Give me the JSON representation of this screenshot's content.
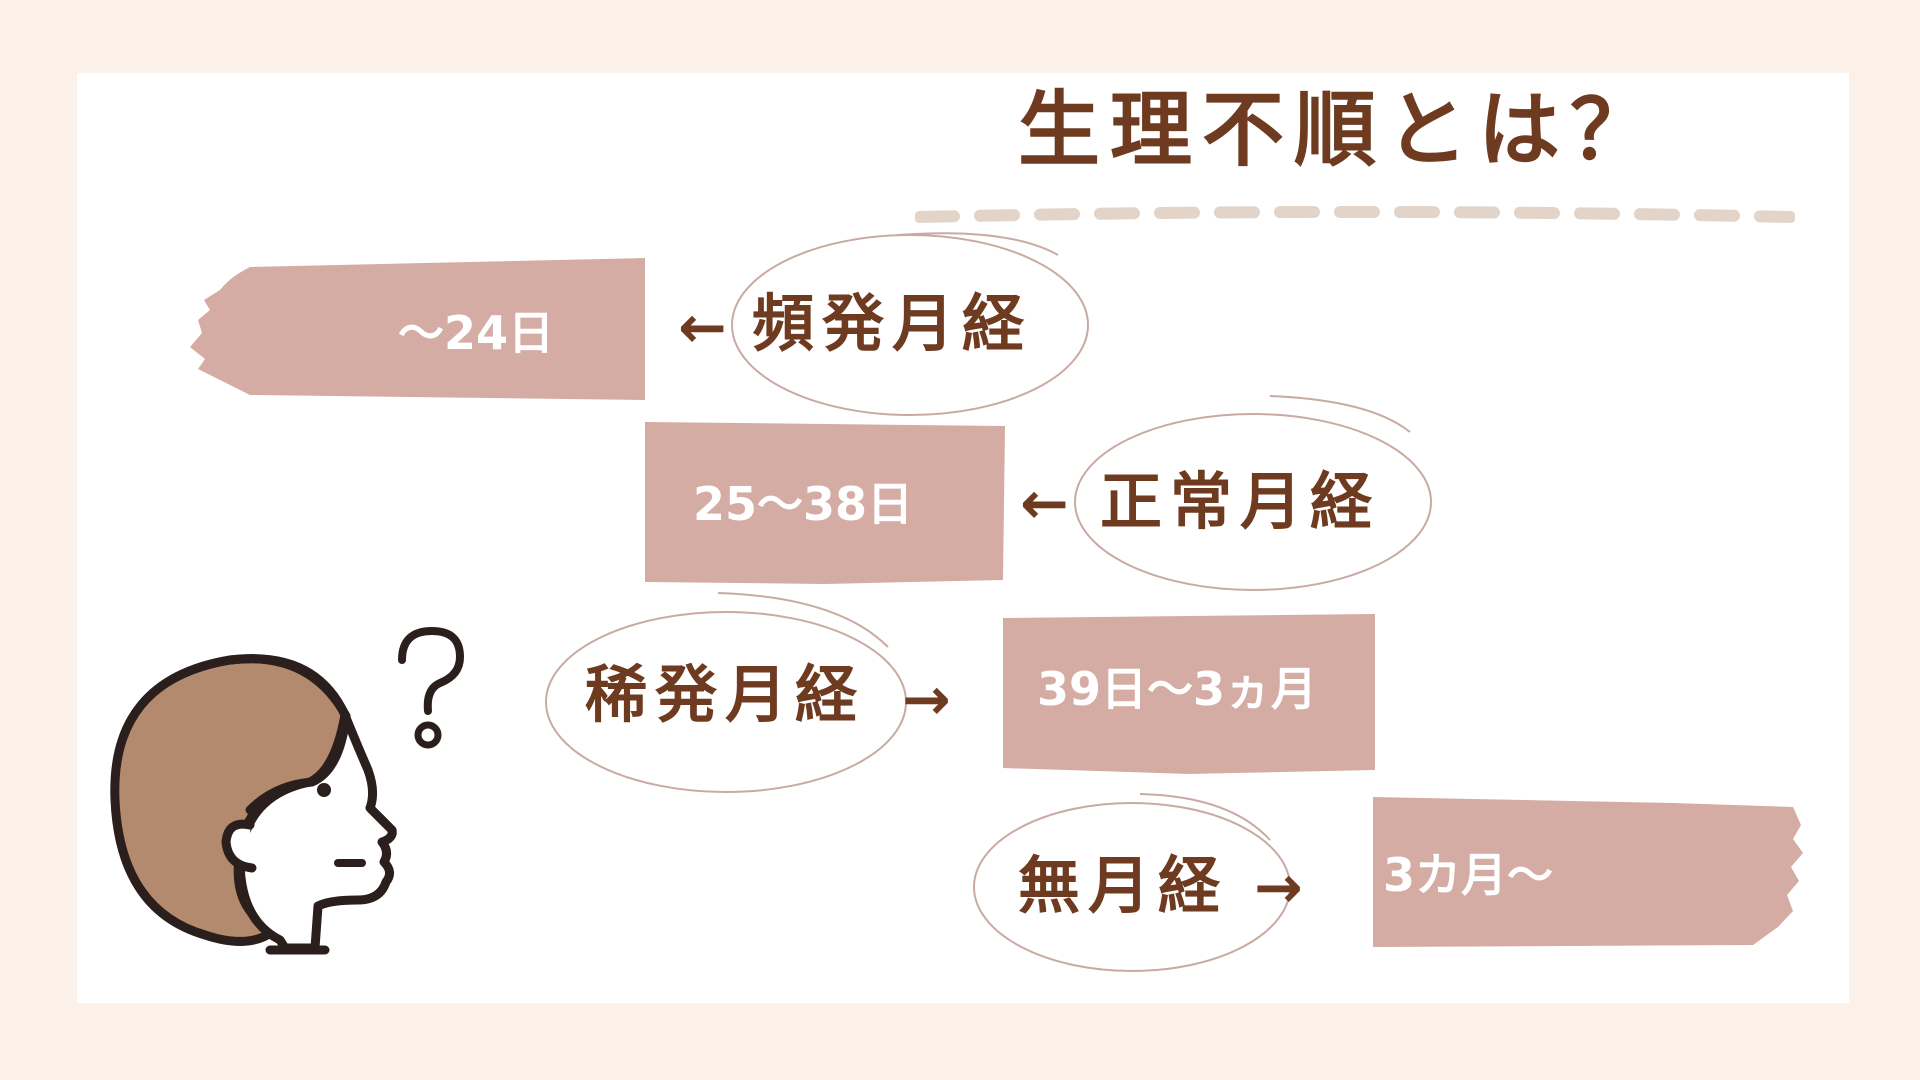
{
  "title": "生理不順とは？",
  "rows": [
    {
      "term": "頻発月経",
      "arrow": "←",
      "range": "～24日"
    },
    {
      "term": "正常月経",
      "arrow": "←",
      "range": "25～38日"
    },
    {
      "term": "稀発月経",
      "arrow": "→",
      "range": "39日～3ヵ月"
    },
    {
      "term": "無月経",
      "arrow": "→",
      "range": "3カ月～"
    }
  ],
  "icons": {
    "question": "question-mark-icon",
    "person": "person-profile-icon"
  },
  "colors": {
    "background": "#fbf1e8",
    "card": "#ffffff",
    "text_brown": "#6e3b20",
    "band": "#d5aca3",
    "dash": "#e2d4c8",
    "hair": "#b38a6e",
    "outline": "#2a1f1c",
    "oval_stroke": "#c9aaa2"
  }
}
